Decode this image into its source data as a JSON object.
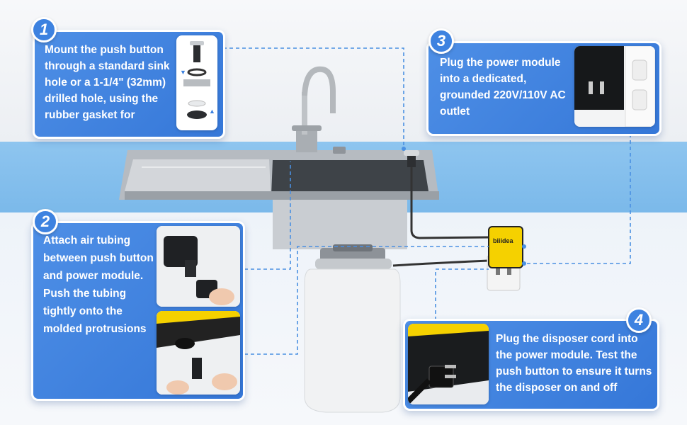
{
  "steps": [
    {
      "number": "1",
      "text": "Mount the push button through a standard sink hole or a 1-1/4\" (32mm) drilled hole, using the rubber gasket for"
    },
    {
      "number": "2",
      "text": "Attach air tubing between push button and power module. Push the tubing tightly onto the molded protrusions"
    },
    {
      "number": "3",
      "text": "Plug the power module into a dedicated, grounded 220V/110V AC outlet"
    },
    {
      "number": "4",
      "text": "Plug the disposer cord into the power module. Test the push button to ensure it turns the disposer on and off"
    }
  ],
  "device": {
    "brand": "biiidea"
  },
  "colors": {
    "accent": "#3d82e0",
    "band": "#8ec5ef",
    "module": "#f5d100",
    "dashed": "#4a90e2"
  }
}
